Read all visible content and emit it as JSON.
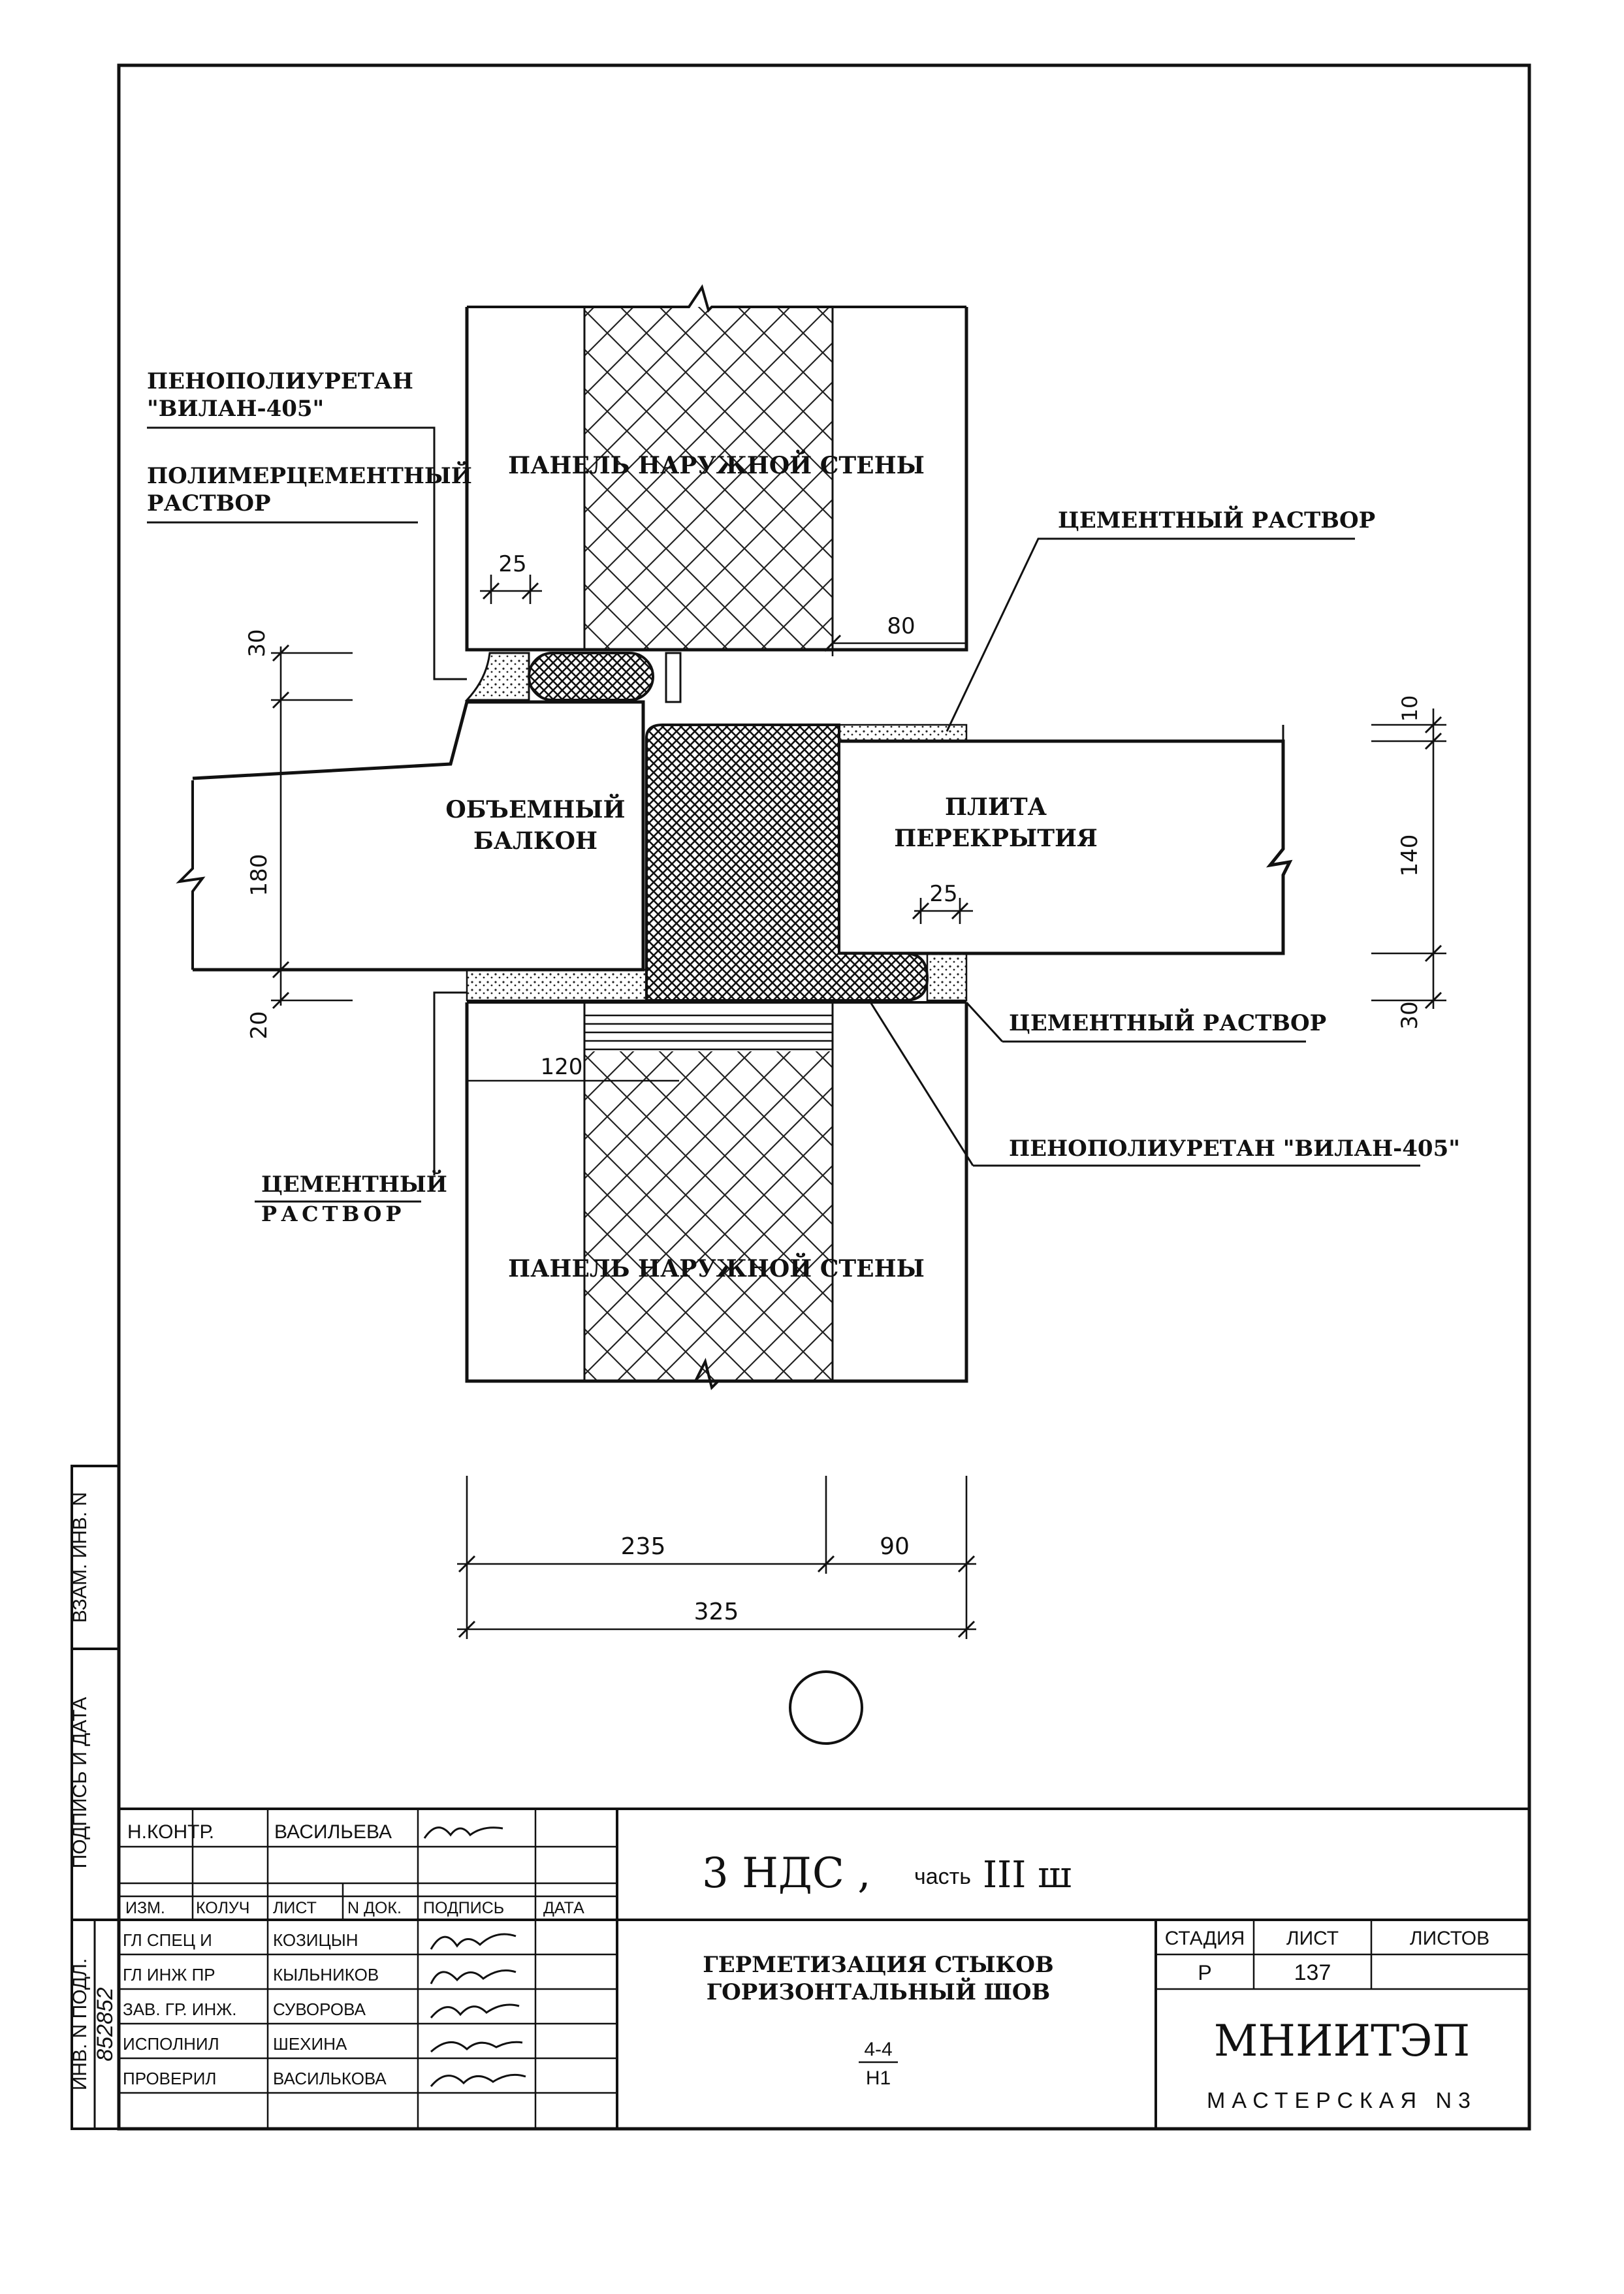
{
  "drawing": {
    "labels": {
      "foam_top_1": "ПЕНОПОЛИУРЕТАН",
      "foam_top_2": "\"ВИЛАН-405\"",
      "polymer_1": "ПОЛИМЕРЦЕМЕНТНЫЙ",
      "polymer_2": "РАСТВОР",
      "upper_panel": "ПАНЕЛЬ НАРУЖНОЙ СТЕНЫ",
      "cement_top": "ЦЕМЕНТНЫЙ РАСТВОР",
      "balcony_1": "ОБЪЕМНЫЙ",
      "balcony_2": "БАЛКОН",
      "slab_1": "ПЛИТА",
      "slab_2": "ПЕРЕКРЫТИЯ",
      "cement_right": "ЦЕМЕНТНЫЙ РАСТВОР",
      "foam_bottom": "ПЕНОПОЛИУРЕТАН \"ВИЛАН-405\"",
      "cement_left_1": "ЦЕМЕНТНЫЙ",
      "cement_left_2": "РАСТВОР",
      "lower_panel": "ПАНЕЛЬ НАРУЖНОЙ СТЕНЫ"
    },
    "dimensions": {
      "d25_top": "25",
      "d80": "80",
      "d30_left": "30",
      "d180": "180",
      "d20": "20",
      "d25_slab": "25",
      "d10": "10",
      "d140": "140",
      "d30_right": "30",
      "d120": "120",
      "d235": "235",
      "d90": "90",
      "d325": "325"
    }
  },
  "side_stamp": {
    "inv_vzam": "ВЗАМ. ИНВ. N",
    "sign_date": "ПОДПИСЬ И ДАТА",
    "inv_podl": "ИНВ. N ПОДЛ.",
    "inv_number": "852852"
  },
  "title_block": {
    "project": "3 НДС ,",
    "part_word": "часть",
    "part_num": "III ш",
    "title_1": "ГЕРМЕТИЗАЦИЯ СТЫКОВ",
    "title_2": "ГОРИЗОНТАЛЬНЫЙ ШОВ",
    "section_num": "4-4",
    "section_den": "Н1",
    "stage_head": "СТАДИЯ",
    "sheet_head": "ЛИСТ",
    "sheets_head": "ЛИСТОВ",
    "stage": "Р",
    "sheet": "137",
    "sheets": "",
    "org": "МНИИТЭП",
    "workshop": "МАСТЕРСКАЯ N3",
    "ncontr_label": "Н.КОНТР.",
    "ncontr_name": "ВАСИЛЬЕВА",
    "col_izm": "ИЗМ.",
    "col_koluch": "КОЛУЧ",
    "col_list": "ЛИСТ",
    "col_ndok": "N ДОК.",
    "col_podpis": "ПОДПИСЬ",
    "col_data": "ДАТА",
    "staff": [
      {
        "role": "ГЛ СПЕЦ И",
        "name": "КОЗИЦЫН"
      },
      {
        "role": "ГЛ ИНЖ ПР",
        "name": "КЫЛЬНИКОВ"
      },
      {
        "role": "ЗАВ. ГР. ИНЖ.",
        "name": "СУВОРОВА"
      },
      {
        "role": "ИСПОЛНИЛ",
        "name": "ШЕХИНА"
      },
      {
        "role": "ПРОВЕРИЛ",
        "name": "ВАСИЛЬКОВА"
      }
    ]
  }
}
